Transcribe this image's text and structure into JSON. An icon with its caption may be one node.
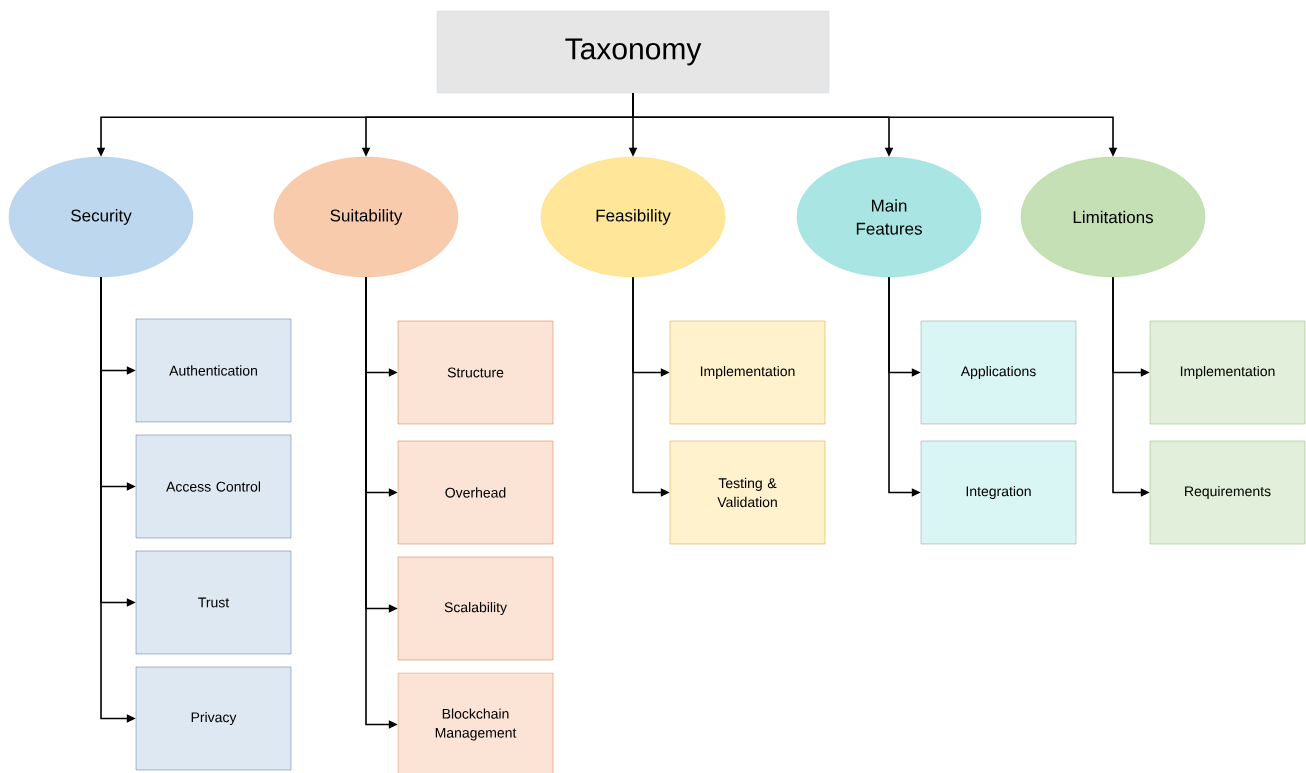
{
  "diagram": {
    "nodes": [
      {
        "text": [
          "Taxonomy"
        ]
      },
      {
        "text": [
          "Security"
        ]
      },
      {
        "text": [
          "Suitability"
        ]
      },
      {
        "text": [
          "Feasibility"
        ]
      },
      {
        "text": [
          "Main Features"
        ]
      },
      {
        "text": [
          "Limitations"
        ]
      },
      {
        "text": [
          "Authentication"
        ]
      },
      {
        "text": [
          "Access Control"
        ]
      },
      {
        "text": [
          "Trust"
        ]
      },
      {
        "text": [
          "Privacy"
        ]
      },
      {
        "text": [
          "Structure"
        ]
      },
      {
        "text": [
          "Overhead"
        ]
      },
      {
        "text": [
          "Scalability"
        ]
      },
      {
        "text": [
          "Blockchain Management"
        ]
      },
      {
        "text": [
          "Implementation"
        ]
      },
      {
        "text": [
          "Testing & Validation"
        ]
      },
      {
        "text": [
          "Applications"
        ]
      },
      {
        "text": [
          "Integration"
        ]
      },
      {
        "text": [
          "Implementation"
        ]
      },
      {
        "text": [
          "Requirements"
        ]
      }
    ],
    "edges": [
      {
        "from": 0,
        "to": 1,
        "arrow": "to"
      },
      {
        "from": 0,
        "to": 2,
        "arrow": "to"
      },
      {
        "from": 0,
        "to": 3,
        "arrow": "to"
      },
      {
        "from": 0,
        "to": 4,
        "arrow": "to"
      },
      {
        "from": 0,
        "to": 5,
        "arrow": "to"
      },
      {
        "from": 1,
        "to": 6,
        "arrow": "to"
      },
      {
        "from": 1,
        "to": 7,
        "arrow": "to"
      },
      {
        "from": 1,
        "to": 8,
        "arrow": "to"
      },
      {
        "from": 1,
        "to": 9,
        "arrow": "to"
      },
      {
        "from": 2,
        "to": 10,
        "arrow": "to"
      },
      {
        "from": 2,
        "to": 11,
        "arrow": "to"
      },
      {
        "from": 2,
        "to": 12,
        "arrow": "to"
      },
      {
        "from": 2,
        "to": 13,
        "arrow": "to"
      },
      {
        "from": 3,
        "to": 14,
        "arrow": "to"
      },
      {
        "from": 3,
        "to": 15,
        "arrow": "to"
      },
      {
        "from": 4,
        "to": 16,
        "arrow": "to"
      },
      {
        "from": 4,
        "to": 17,
        "arrow": "to"
      },
      {
        "from": 5,
        "to": 18,
        "arrow": "to"
      },
      {
        "from": 5,
        "to": 19,
        "arrow": "to"
      }
    ]
  }
}
